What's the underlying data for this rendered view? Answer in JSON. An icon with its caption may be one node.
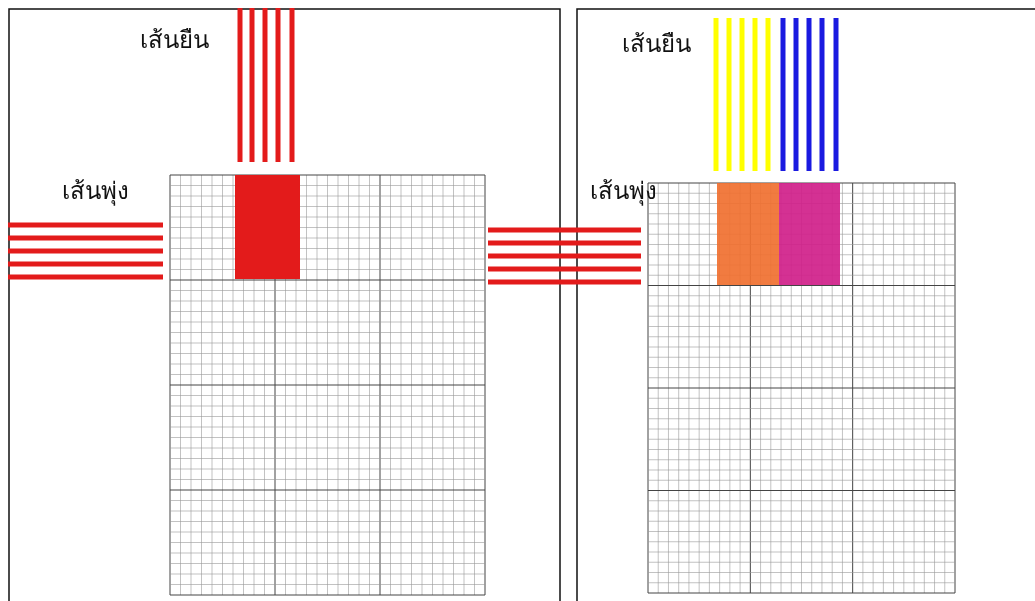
{
  "diagram": {
    "labels": [
      "เส้นยืน",
      "เส้นพุ่ง",
      "เส้นยืน",
      "เส้นพุ่ง"
    ]
  }
}
